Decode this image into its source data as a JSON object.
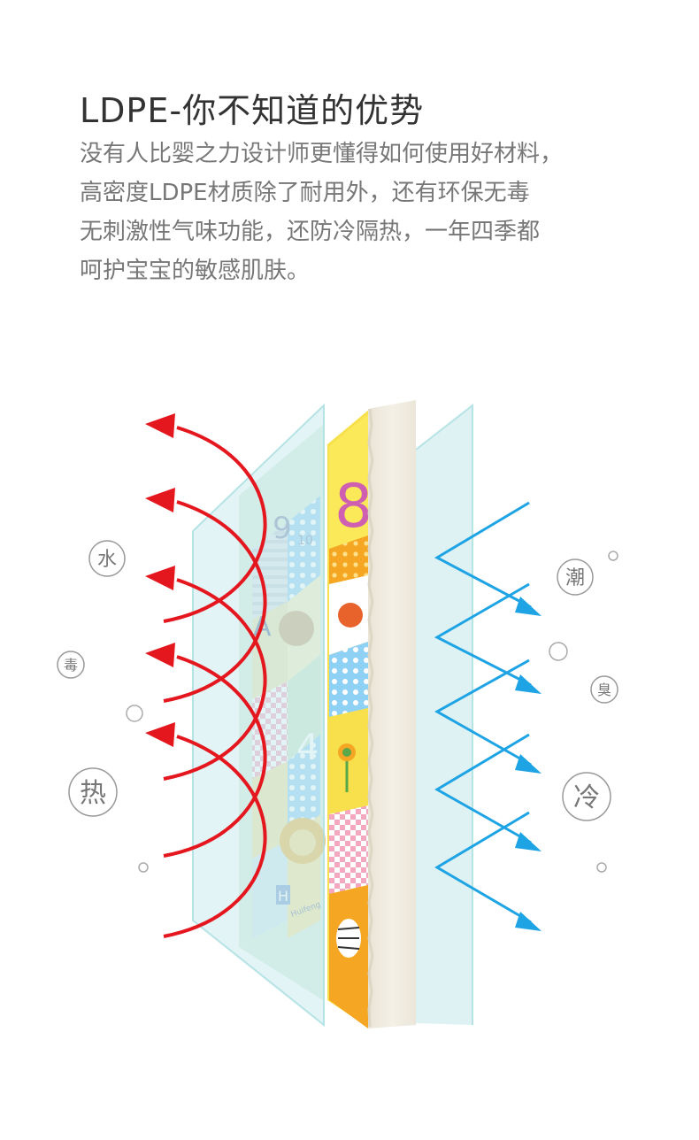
{
  "header": {
    "title": "LDPE-你不知道的优势"
  },
  "description": {
    "lines": [
      "没有人比婴之力设计师更懂得如何使用好材料，",
      "高密度LDPE材质除了耐用外，还有环保无毒",
      "无刺激性气味功能，还防冷隔热，一年四季都",
      "呵护宝宝的敏感肌肤。"
    ]
  },
  "diagram": {
    "labels": {
      "water": "水",
      "poison": "毒",
      "heat": "热",
      "damp": "潮",
      "odor": "臭",
      "cold": "冷"
    },
    "mat": {
      "tile_number_front": "8",
      "tile_number_back_1": "9",
      "tile_number_back_2": "10",
      "tile_number_back_3": "4",
      "tile_letter": "A",
      "tile_letter_2": "H",
      "brand_text": "Huifeng"
    },
    "colors": {
      "heat_arrow": "#e4171f",
      "cold_arrow": "#1ea4e4",
      "film": "#bfe6e8",
      "foam": "#f2ede2",
      "tile_yellow": "#f7e04c",
      "tile_orange": "#f5a623",
      "tile_blue_dots": "#3aa7e8",
      "tile_pink": "#f5b5c8"
    }
  }
}
